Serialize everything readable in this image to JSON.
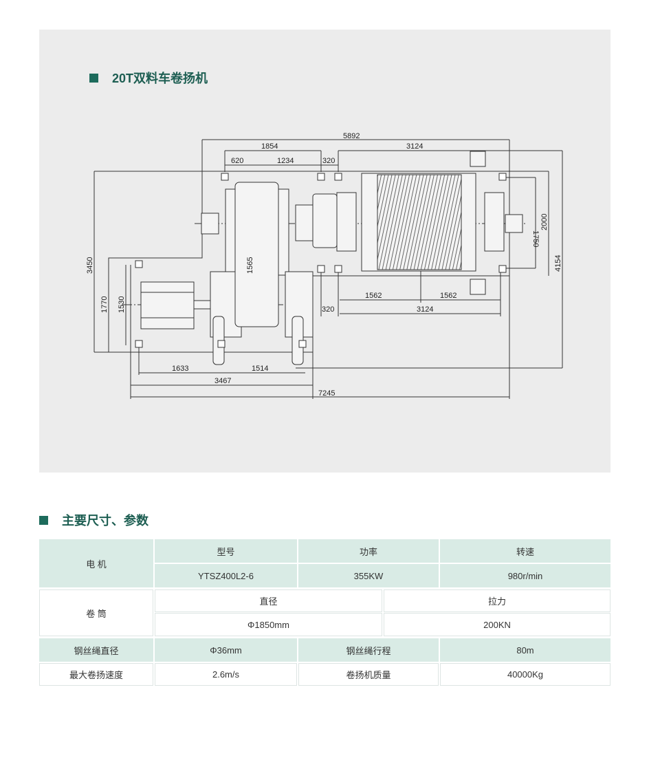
{
  "drawing": {
    "title": "20T双料车卷扬机",
    "dimensions": {
      "overall_top": "5892",
      "left_1854": "1854",
      "right_top_3124": "3124",
      "d620": "620",
      "d1234": "1234",
      "d320_top": "320",
      "d3450": "3450",
      "d1770": "1770",
      "d1530": "1530",
      "d1565": "1565",
      "d1750": "1750",
      "d2000": "2000",
      "d4154": "4154",
      "d1562_a": "1562",
      "d1562_b": "1562",
      "d320_bottom": "320",
      "bottom_3124": "3124",
      "d1633": "1633",
      "d1514": "1514",
      "d3467": "3467",
      "d7245": "7245"
    }
  },
  "params": {
    "heading": "主要尺寸、参数",
    "motor": {
      "label": "电 机",
      "headers": [
        "型号",
        "功率",
        "转速"
      ],
      "values": [
        "YTSZ400L2-6",
        "355KW",
        "980r/min"
      ]
    },
    "drum": {
      "label": "卷 筒",
      "headers": [
        "直径",
        "拉力"
      ],
      "values": [
        "Φ1850mm",
        "200KN"
      ]
    },
    "row3": [
      "钢丝绳直径",
      "Φ36mm",
      "钢丝绳行程",
      "80m"
    ],
    "row4": [
      "最大卷扬速度",
      "2.6m/s",
      "卷扬机质量",
      "40000Kg"
    ]
  },
  "colors": {
    "accent": "#1d6b5c",
    "row_fill": "#d9ebe5",
    "panel": "#ececec"
  }
}
